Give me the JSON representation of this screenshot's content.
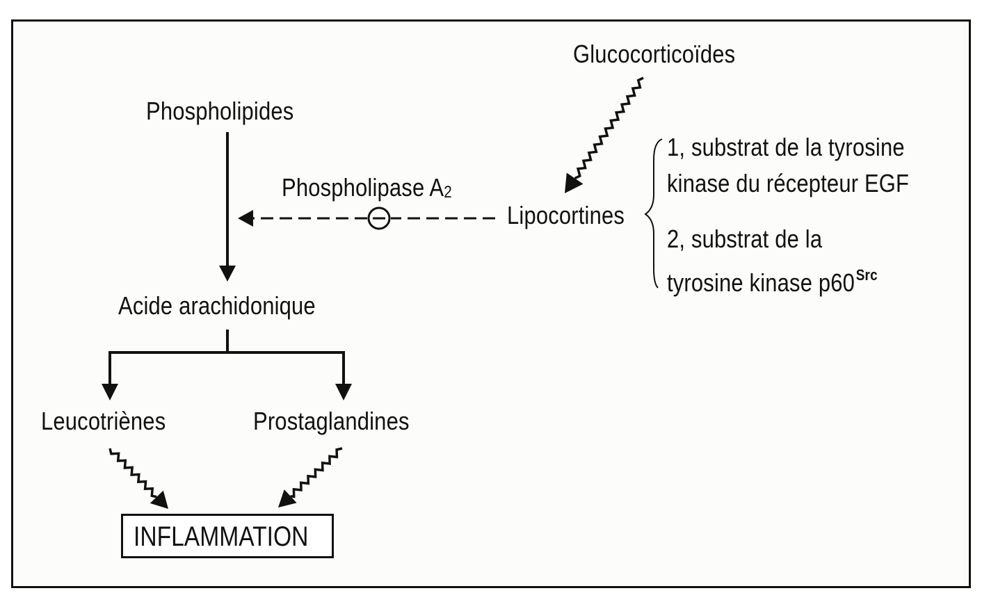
{
  "nodes": {
    "glucocorticoides": "Glucocorticoïdes",
    "phospholipides": "Phospholipides",
    "phospholipase": "Phospholipase A",
    "phospholipase_sub": "2",
    "lipocortines": "Lipocortines",
    "acide": "Acide arachidonique",
    "leucotrienes": "Leucotriènes",
    "prostaglandines": "Prostaglandines",
    "inflammation": "INFLAMMATION"
  },
  "notes": {
    "note1_line1": "1, substrat de la tyrosine",
    "note1_line2": "kinase du récepteur EGF",
    "note2_line1": "2, substrat de la",
    "note2_line2": "tyrosine kinase p60",
    "note2_sup": "Src"
  },
  "inhibition_symbol": "⊖",
  "colors": {
    "ink": "#111111",
    "background": "#fcfcfa"
  }
}
